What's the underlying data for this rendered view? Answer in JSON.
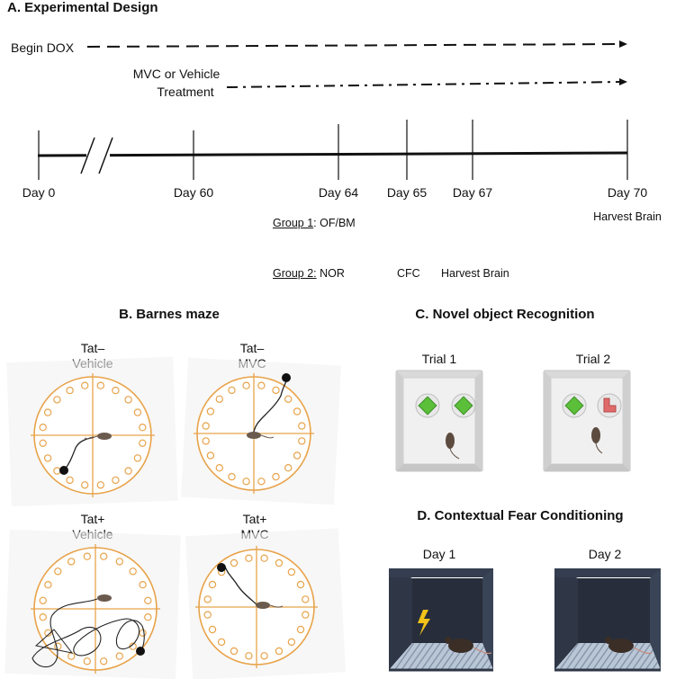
{
  "panel_a": {
    "title": "A. Experimental Design",
    "begin_dox": "Begin DOX",
    "treatment_line1": "MVC or Vehicle",
    "treatment_line2": "Treatment",
    "days": [
      "Day 0",
      "Day 60",
      "Day 64",
      "Day 65",
      "Day 67",
      "Day 70"
    ],
    "harvest_day70": "Harvest Brain",
    "group1_label": "Group 1",
    "group1_tasks": ": OF/BM",
    "group2_label": "Group 2:",
    "group2_nor": "NOR",
    "group2_cfc": "CFC",
    "group2_harvest": "Harvest Brain"
  },
  "panel_b": {
    "title": "B. Barnes maze",
    "mazes": [
      {
        "line1": "Tat–",
        "line2": "Vehicle"
      },
      {
        "line1": "Tat–",
        "line2": "MVC"
      },
      {
        "line1": "Tat+",
        "line2": "Vehicle"
      },
      {
        "line1": "Tat+",
        "line2": "MVC"
      }
    ]
  },
  "panel_c": {
    "title": "C. Novel object Recognition",
    "trial1": "Trial 1",
    "trial2": "Trial 2"
  },
  "panel_d": {
    "title": "D. Contextual Fear Conditioning",
    "day1": "Day 1",
    "day2": "Day 2"
  },
  "colors": {
    "maze_orange": "#e8a34a",
    "object_green": "#5bbf3a",
    "object_red": "#e06a6a",
    "box_dark": "#2f3747",
    "lightning": "#f2c318"
  }
}
